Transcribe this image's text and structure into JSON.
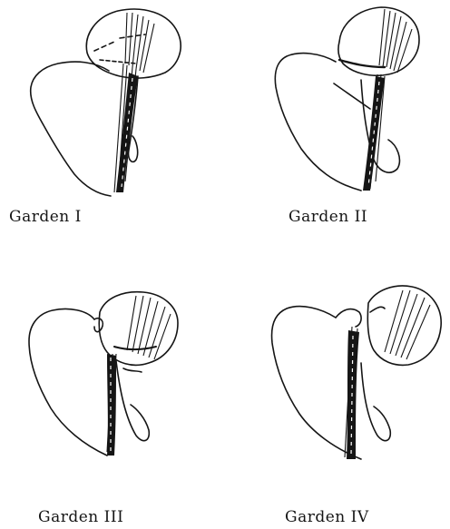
{
  "diagram": {
    "colors": {
      "ink": "#151515",
      "background": "#ffffff"
    },
    "panels": [
      {
        "id": "garden-1",
        "label": "Garden I"
      },
      {
        "id": "garden-2",
        "label": "Garden II"
      },
      {
        "id": "garden-3",
        "label": "Garden III"
      },
      {
        "id": "garden-4",
        "label": "Garden IV"
      }
    ]
  }
}
